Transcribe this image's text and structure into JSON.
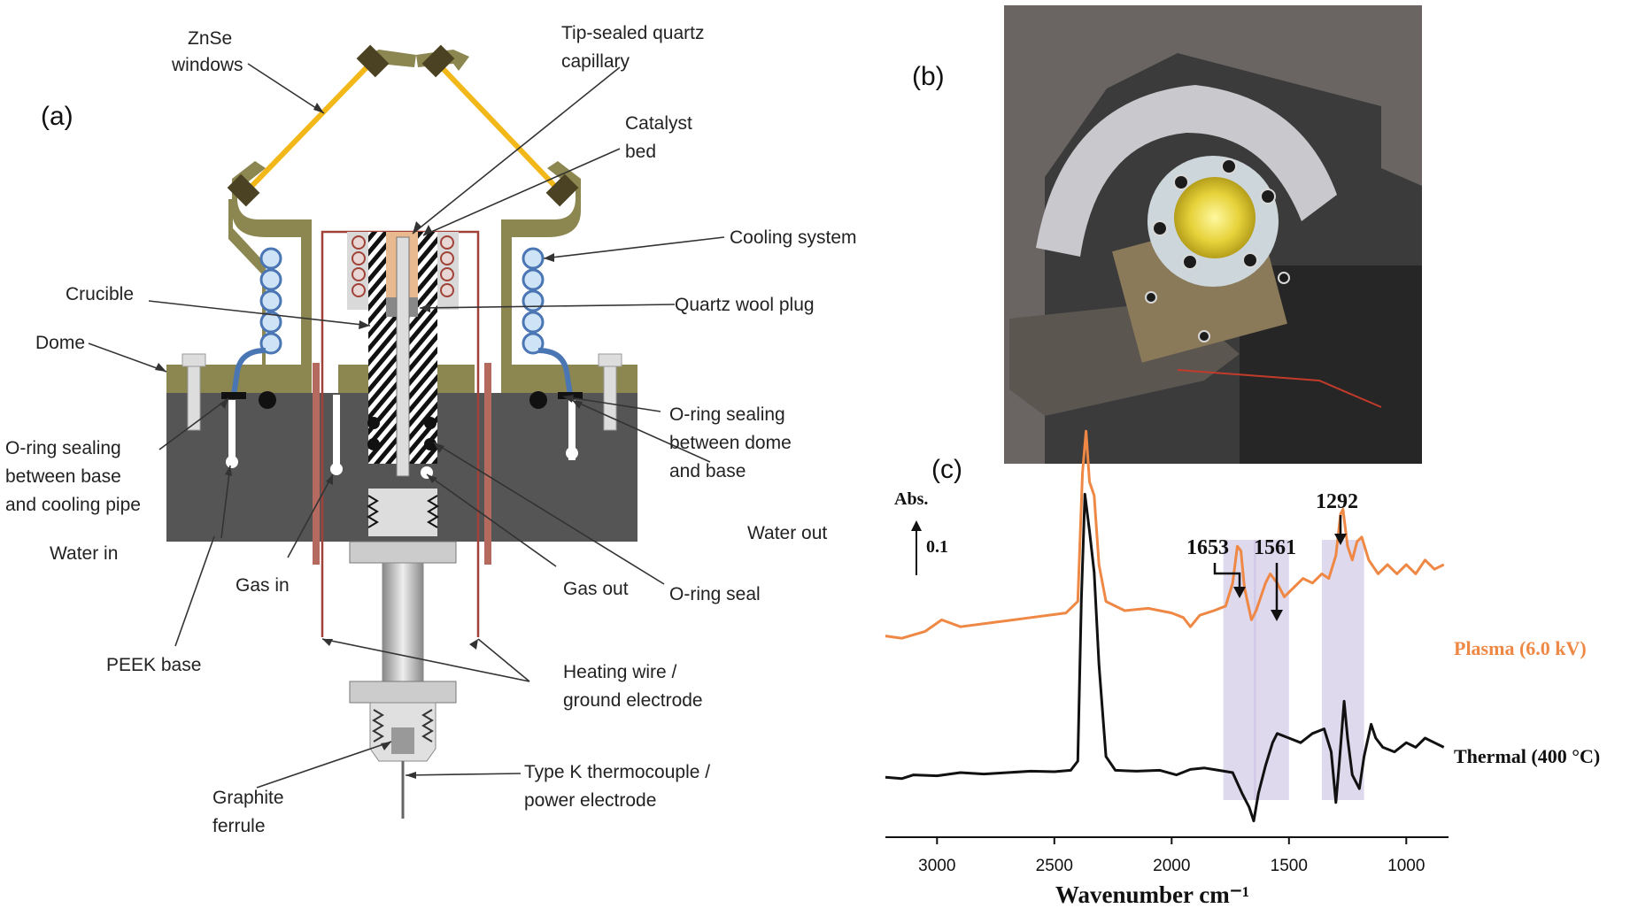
{
  "panels": {
    "a": "(a)",
    "b": "(b)",
    "c": "(c)"
  },
  "labels": {
    "znse": [
      "ZnSe",
      "windows"
    ],
    "capillary": [
      "Tip-sealed quartz",
      "capillary"
    ],
    "catalyst": [
      "Catalyst",
      "bed"
    ],
    "cooling": "Cooling system",
    "crucible": "Crucible",
    "quartz_wool": "Quartz wool plug",
    "dome": "Dome",
    "oring_base_pipe": [
      "O-ring sealing",
      "between base",
      "and cooling  pipe"
    ],
    "oring_dome_base": [
      "O-ring sealing",
      "between dome",
      "and base"
    ],
    "water_in": "Water in",
    "water_out": "Water out",
    "gas_in": "Gas in",
    "gas_out": "Gas out",
    "oring_seal": "O-ring seal",
    "peek": "PEEK base",
    "heating": [
      "Heating wire /",
      "ground electrode"
    ],
    "thermocouple": [
      "Type K thermocouple /",
      "power electrode"
    ],
    "graphite": [
      "Graphite",
      "ferrule"
    ]
  },
  "colors": {
    "base": "#555555",
    "dome": "#8c8650",
    "window": "#f2b719",
    "coil": "#4a76b4",
    "heater": "#a04238",
    "crucible_tip": "#e9b98f",
    "plasma": "#ee8844",
    "thermal": "#111111",
    "band": "#c9bfe2"
  },
  "chart_data": {
    "type": "line",
    "title": "",
    "xlabel": "Wavenumber cm⁻¹",
    "ylabel": "Abs.",
    "scale_bar": "0.1",
    "xlim": [
      3220,
      820
    ],
    "xticks": [
      3000,
      2500,
      2000,
      1500,
      1000
    ],
    "peaks": [
      {
        "label": "1653",
        "x": 1710
      },
      {
        "label": "1561",
        "x": 1565
      },
      {
        "label": "1292",
        "x": 1270
      }
    ],
    "bands": [
      [
        1780,
        1640
      ],
      [
        1650,
        1500
      ],
      [
        1360,
        1180
      ]
    ],
    "series": [
      {
        "name": "Plasma (6.0 kV)",
        "color": "#ee8844",
        "points": [
          [
            3220,
            0.245
          ],
          [
            3150,
            0.24
          ],
          [
            3050,
            0.255
          ],
          [
            2980,
            0.28
          ],
          [
            2900,
            0.265
          ],
          [
            2750,
            0.275
          ],
          [
            2600,
            0.285
          ],
          [
            2450,
            0.295
          ],
          [
            2400,
            0.32
          ],
          [
            2380,
            0.6
          ],
          [
            2365,
            0.69
          ],
          [
            2350,
            0.58
          ],
          [
            2330,
            0.55
          ],
          [
            2310,
            0.4
          ],
          [
            2280,
            0.32
          ],
          [
            2200,
            0.3
          ],
          [
            2100,
            0.305
          ],
          [
            2000,
            0.295
          ],
          [
            1950,
            0.285
          ],
          [
            1920,
            0.265
          ],
          [
            1880,
            0.29
          ],
          [
            1820,
            0.3
          ],
          [
            1770,
            0.31
          ],
          [
            1740,
            0.36
          ],
          [
            1720,
            0.44
          ],
          [
            1705,
            0.43
          ],
          [
            1690,
            0.35
          ],
          [
            1660,
            0.28
          ],
          [
            1640,
            0.3
          ],
          [
            1600,
            0.36
          ],
          [
            1580,
            0.38
          ],
          [
            1550,
            0.36
          ],
          [
            1520,
            0.33
          ],
          [
            1480,
            0.35
          ],
          [
            1440,
            0.37
          ],
          [
            1400,
            0.36
          ],
          [
            1360,
            0.38
          ],
          [
            1330,
            0.37
          ],
          [
            1300,
            0.42
          ],
          [
            1280,
            0.51
          ],
          [
            1270,
            0.52
          ],
          [
            1250,
            0.44
          ],
          [
            1230,
            0.41
          ],
          [
            1210,
            0.45
          ],
          [
            1190,
            0.46
          ],
          [
            1160,
            0.41
          ],
          [
            1120,
            0.38
          ],
          [
            1080,
            0.4
          ],
          [
            1040,
            0.38
          ],
          [
            1000,
            0.4
          ],
          [
            960,
            0.38
          ],
          [
            920,
            0.41
          ],
          [
            880,
            0.39
          ],
          [
            840,
            0.4
          ]
        ]
      },
      {
        "name": "Thermal (400 °C)",
        "color": "#111111",
        "points": [
          [
            3220,
            0.015
          ],
          [
            3150,
            0.012
          ],
          [
            3100,
            0.02
          ],
          [
            3000,
            0.018
          ],
          [
            2900,
            0.025
          ],
          [
            2800,
            0.022
          ],
          [
            2700,
            0.025
          ],
          [
            2600,
            0.028
          ],
          [
            2500,
            0.027
          ],
          [
            2430,
            0.03
          ],
          [
            2400,
            0.05
          ],
          [
            2385,
            0.4
          ],
          [
            2370,
            0.63
          ],
          [
            2350,
            0.55
          ],
          [
            2330,
            0.46
          ],
          [
            2310,
            0.26
          ],
          [
            2280,
            0.06
          ],
          [
            2240,
            0.03
          ],
          [
            2150,
            0.028
          ],
          [
            2050,
            0.03
          ],
          [
            1980,
            0.02
          ],
          [
            1920,
            0.032
          ],
          [
            1860,
            0.035
          ],
          [
            1800,
            0.03
          ],
          [
            1740,
            0.025
          ],
          [
            1700,
            -0.02
          ],
          [
            1670,
            -0.05
          ],
          [
            1650,
            -0.08
          ],
          [
            1630,
            -0.02
          ],
          [
            1600,
            0.04
          ],
          [
            1570,
            0.09
          ],
          [
            1550,
            0.11
          ],
          [
            1500,
            0.1
          ],
          [
            1450,
            0.09
          ],
          [
            1400,
            0.11
          ],
          [
            1350,
            0.12
          ],
          [
            1320,
            0.07
          ],
          [
            1300,
            -0.04
          ],
          [
            1285,
            0.05
          ],
          [
            1265,
            0.18
          ],
          [
            1250,
            0.1
          ],
          [
            1230,
            0.02
          ],
          [
            1200,
            -0.01
          ],
          [
            1180,
            0.06
          ],
          [
            1150,
            0.13
          ],
          [
            1130,
            0.1
          ],
          [
            1100,
            0.08
          ],
          [
            1050,
            0.07
          ],
          [
            1000,
            0.09
          ],
          [
            960,
            0.08
          ],
          [
            920,
            0.1
          ],
          [
            880,
            0.09
          ],
          [
            840,
            0.08
          ]
        ]
      }
    ]
  }
}
